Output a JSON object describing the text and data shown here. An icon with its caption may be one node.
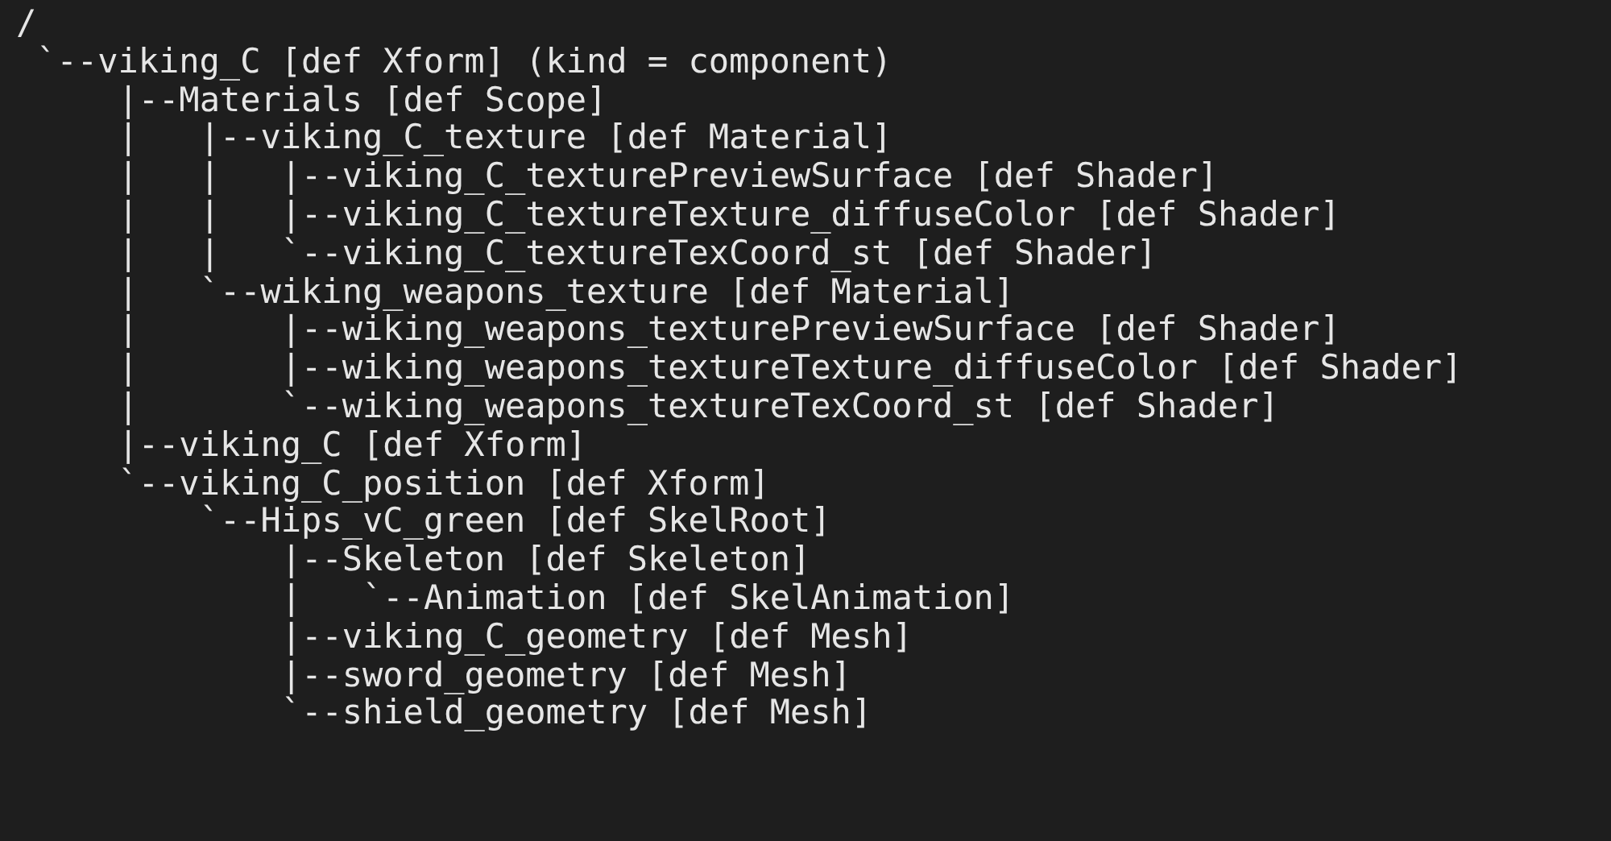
{
  "diagram": {
    "labels": [
      "/",
      "`--viking_C [def Xform] (kind = component)",
      "|--Materials [def Scope]",
      "|   |--viking_C_texture [def Material]",
      "|   |   |--viking_C_texturePreviewSurface [def Shader]",
      "|   |   |--viking_C_textureTexture_diffuseColor [def Shader]",
      "|   |   `--viking_C_textureTexCoord_st [def Shader]",
      "|   `--wiking_weapons_texture [def Material]",
      "|       |--wiking_weapons_texturePreviewSurface [def Shader]",
      "|       |--wiking_weapons_textureTexture_diffuseColor [def Shader]",
      "|       `--wiking_weapons_textureTexCoord_st [def Shader]",
      "|--viking_C [def Xform]",
      "`--viking_C_position [def Xform]",
      "`--Hips_vC_green [def SkelRoot]",
      "|--Skeleton [def Skeleton]",
      "|   `--Animation [def SkelAnimation]",
      "|--viking_C_geometry [def Mesh]",
      "|--sword_geometry [def Mesh]",
      "`--shield_geometry [def Mesh]"
    ]
  }
}
